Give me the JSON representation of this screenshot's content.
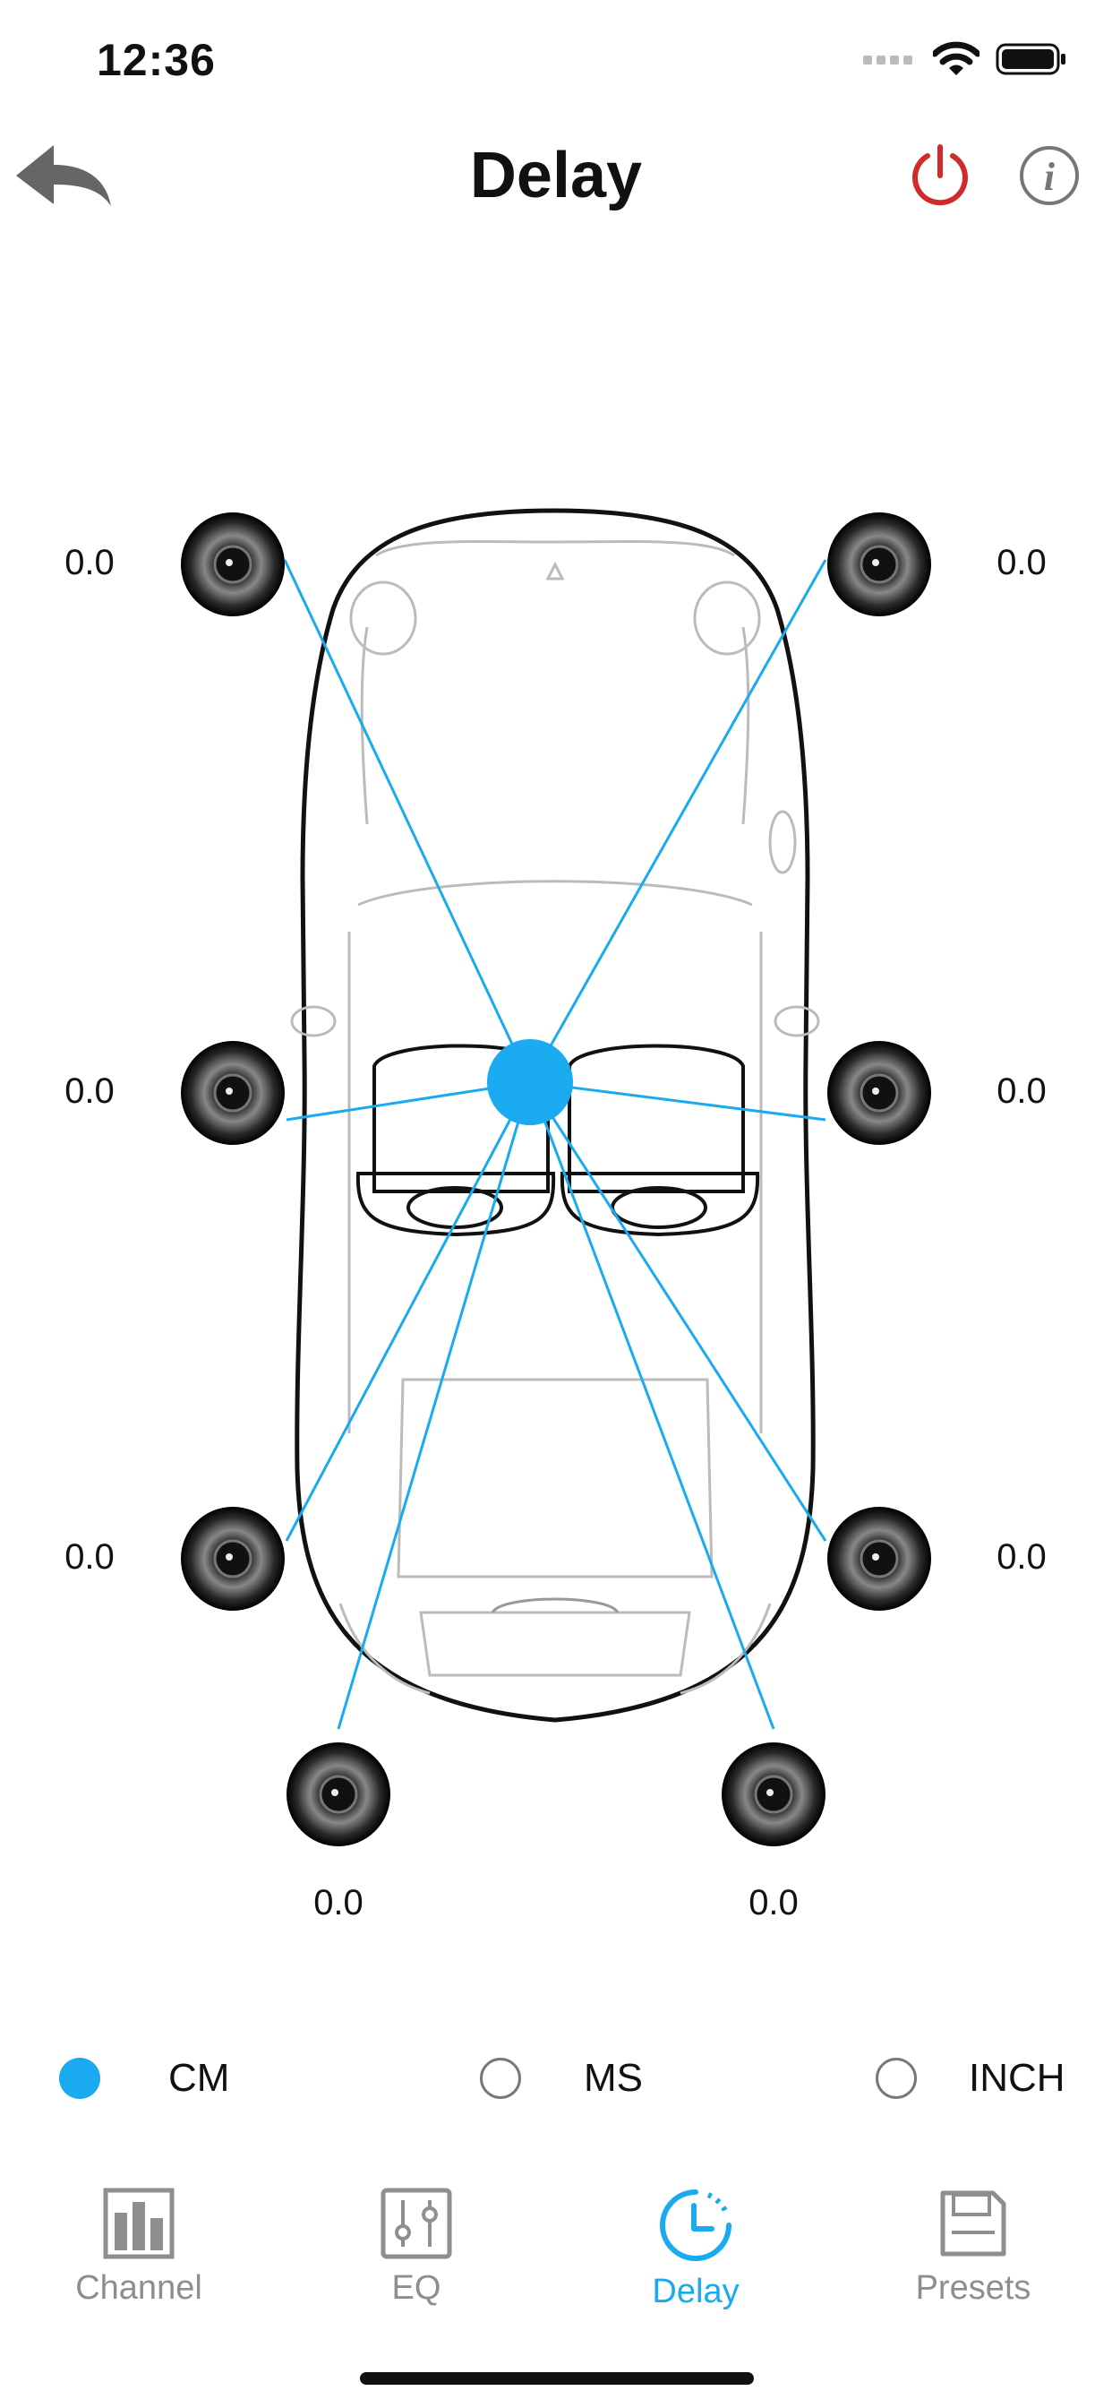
{
  "status_bar": {
    "time": "12:36"
  },
  "header": {
    "title": "Delay",
    "back_icon": "back-arrow-icon",
    "power_icon": "power-icon",
    "info_icon": "info-icon",
    "power_color": "#d02a2a"
  },
  "speakers": {
    "front_left": {
      "value": "0.0"
    },
    "front_right": {
      "value": "0.0"
    },
    "mid_left": {
      "value": "0.0"
    },
    "mid_right": {
      "value": "0.0"
    },
    "rear_left": {
      "value": "0.0"
    },
    "rear_right": {
      "value": "0.0"
    },
    "sub_left": {
      "value": "0.0"
    },
    "sub_right": {
      "value": "0.0"
    }
  },
  "units": {
    "options": [
      {
        "label": "CM",
        "selected": true
      },
      {
        "label": "MS",
        "selected": false
      },
      {
        "label": "INCH",
        "selected": false
      }
    ]
  },
  "tabs": [
    {
      "label": "Channel",
      "icon": "bar-chart-icon",
      "active": false
    },
    {
      "label": "EQ",
      "icon": "equalizer-sliders-icon",
      "active": false
    },
    {
      "label": "Delay",
      "icon": "clock-icon",
      "active": true
    },
    {
      "label": "Presets",
      "icon": "save-icon",
      "active": false
    }
  ],
  "colors": {
    "accent": "#19aaf0",
    "inactive": "#8e8e8e"
  }
}
